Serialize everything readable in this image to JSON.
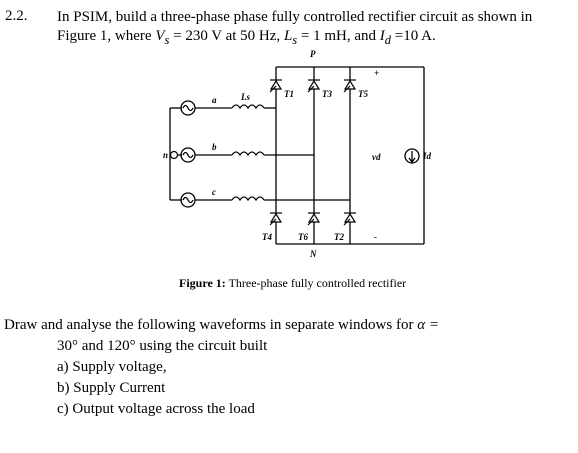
{
  "question": {
    "number": "2.2.",
    "intro": "In PSIM, build a three-phase phase fully controlled rectifier circuit as shown in Figure 1, where ",
    "vs_sym": "V",
    "vs_sub": "s",
    "vs_val": " = 230 V at 50 Hz, ",
    "ls_sym": "L",
    "ls_sub": "s",
    "ls_val": " = 1 mH, and ",
    "id_sym": "I",
    "id_sub": "d",
    "id_val": " =10 A."
  },
  "circuit": {
    "node_p": "P",
    "node_n": "N",
    "node_neutral": "n",
    "phase_a": "a",
    "phase_b": "b",
    "phase_c": "c",
    "inductor": "Ls",
    "t1": "T1",
    "t3": "T3",
    "t5": "T5",
    "t4": "T4",
    "t6": "T6",
    "t2": "T2",
    "vd": "vd",
    "id": "Id",
    "plus": "+",
    "minus": "-"
  },
  "figure": {
    "caption_label": "Figure 1:",
    "caption_text": " Three-phase fully controlled rectifier"
  },
  "task": {
    "line1": "Draw and analyse the following waveforms in separate windows for ",
    "alpha": "α =",
    "line2": "30° and 120° using the circuit built",
    "items": [
      "a) Supply voltage,",
      "b) Supply Current",
      "c) Output voltage across the load"
    ]
  }
}
